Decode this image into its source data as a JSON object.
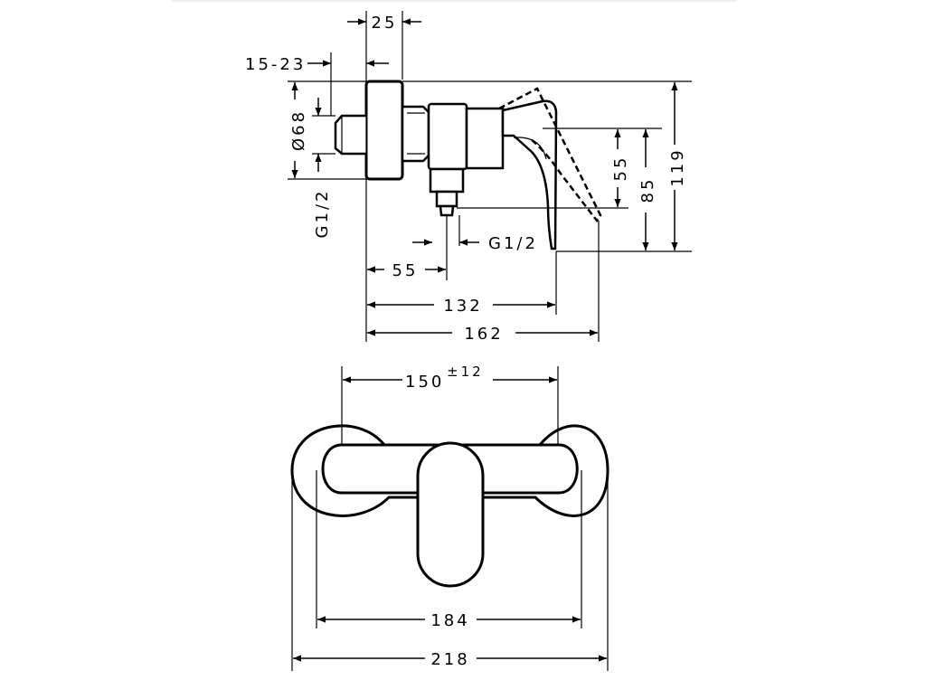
{
  "side_view": {
    "dim_top_offset": "25",
    "dim_eccentric": "15-23",
    "dim_diameter": "Ø68",
    "dim_thread_left": "G1/2",
    "dim_55_vertical": "55",
    "dim_85": "85",
    "dim_119": "119",
    "dim_thread_outlet": "G1/2",
    "dim_55_horizontal": "55",
    "dim_132": "132",
    "dim_162": "162"
  },
  "front_view": {
    "dim_150": "150",
    "dim_150_tolerance": "±12",
    "dim_184": "184",
    "dim_218": "218"
  }
}
